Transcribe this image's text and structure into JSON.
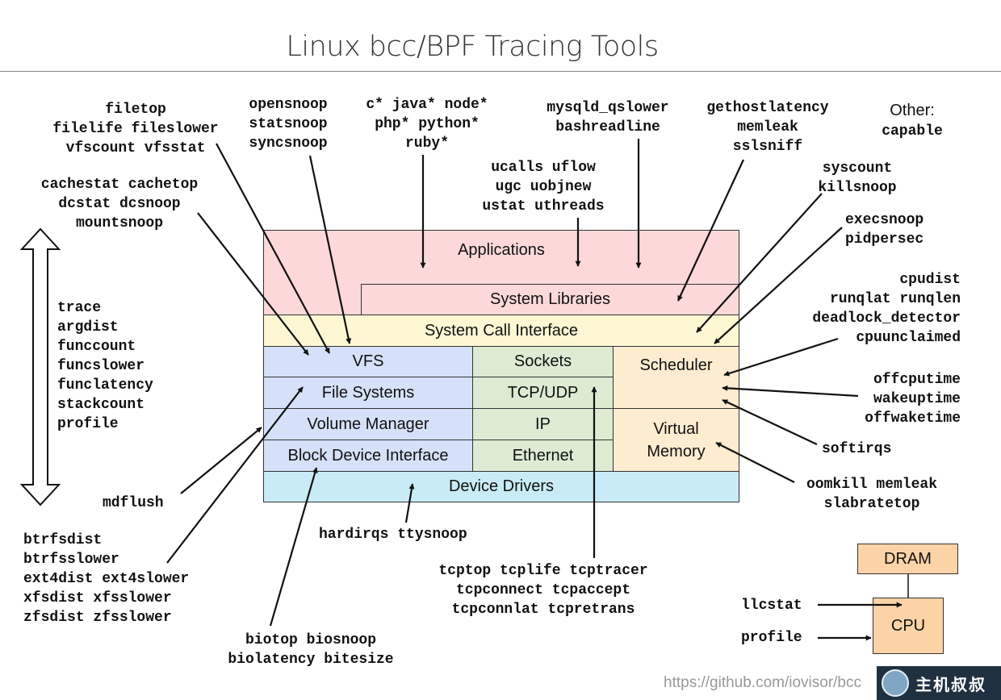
{
  "title": "Linux bcc/BPF Tracing Tools",
  "layers": {
    "applications": "Applications",
    "system_libraries": "System Libraries",
    "system_call_interface": "System Call Interface",
    "vfs": "VFS",
    "file_systems": "File Systems",
    "volume_manager": "Volume Manager",
    "block_device_interface": "Block Device Interface",
    "sockets": "Sockets",
    "tcp_udp": "TCP/UDP",
    "ip": "IP",
    "ethernet": "Ethernet",
    "scheduler": "Scheduler",
    "virtual_memory": "Virtual\nMemory",
    "device_drivers": "Device Drivers",
    "dram": "DRAM",
    "cpu": "CPU"
  },
  "colors": {
    "applications": "#fcd8d8",
    "syscall": "#fdf7d4",
    "vfs_fs": "#d4e1f9",
    "network": "#dcebd2",
    "scheduler_vm": "#fdeccf",
    "device_drivers": "#c9ebf7",
    "hardware": "#fbd3a6"
  },
  "tools": {
    "fs_top": "filetop\nfilelife fileslower\nvfscount vfsstat",
    "cache": "cachestat cachetop\ndcstat dcsnoop\nmountsnoop",
    "snoop": "opensnoop\nstatsnoop\nsyncsnoop",
    "lang": "c* java* node*\nphp* python*\nruby*",
    "ucalls": "ucalls uflow\nugc uobjnew\nustat uthreads",
    "mysql": "mysqld_qslower\nbashreadline",
    "gethost": "gethostlatency\nmemleak\nsslsniff",
    "other_label": "Other:",
    "other": "capable",
    "syscount": "syscount\nkillsnoop",
    "exec": "execsnoop\npidpersec",
    "cpudist": "cpudist\nrunqlat runqlen\ndeadlock_detector\ncpuunclaimed",
    "offcpu": "offcputime\nwakeuptime\noffwaketime",
    "softirqs": "softirqs",
    "oom": "oomkill memleak\nslabratetop",
    "trace": "trace\nargdist\nfunccount\nfuncslower\nfunclatency\nstackcount\nprofile",
    "mdflush": "mdflush",
    "btrfs": "btrfsdist\nbtrfsslower\next4dist ext4slower\nxfsdist xfsslower\nzfsdist zfsslower",
    "hardirqs": "hardirqs ttysnoop",
    "biotop": "biotop biosnoop\nbiolatency bitesize",
    "tcp": "tcptop tcplife tcptracer\ntcpconnect tcpaccept\ntcpconnlat tcpretrans",
    "llcstat": "llcstat",
    "profile_cpu": "profile"
  },
  "footer": {
    "url": "https://github.com/iovisor/bcc",
    "logo_text": "主机叔叔"
  }
}
